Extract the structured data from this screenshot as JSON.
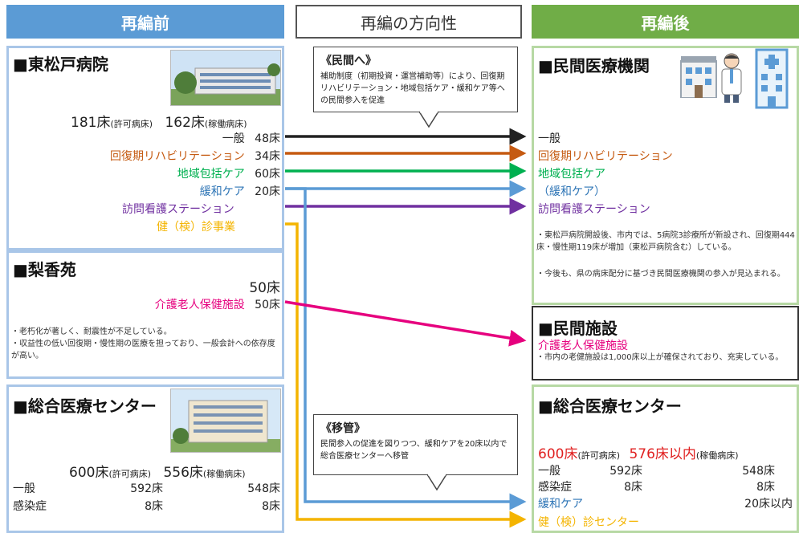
{
  "headers": {
    "before": "再編前",
    "direction": "再編の方向性",
    "after": "再編後"
  },
  "before": {
    "higashi": {
      "title": "■東松戸病院",
      "beds_permitted": "181床",
      "beds_permitted_label": "(許可病床)",
      "beds_operating": "162床",
      "beds_operating_label": "(稼働病床)",
      "rows": [
        {
          "label": "一般",
          "value": "48床",
          "color": "#222222"
        },
        {
          "label": "回復期リハビリテーション",
          "value": "34床",
          "color": "#c55a11"
        },
        {
          "label": "地域包括ケア",
          "value": "60床",
          "color": "#00b050"
        },
        {
          "label": "緩和ケア",
          "value": "20床",
          "color": "#2e75b6"
        },
        {
          "label": "訪問看護ステーション",
          "value": "",
          "color": "#7030a0"
        },
        {
          "label": "健（検）診事業",
          "value": "",
          "color": "#f4b400"
        }
      ]
    },
    "rikoen": {
      "title": "■梨香苑",
      "beds": "50床",
      "row_label": "介護老人保健施設",
      "row_value": "50床",
      "notes": [
        "・老朽化が著しく、耐震性が不足している。",
        "・収益性の低い回復期・慢性期の医療を担っており、一般会計への依存度が高い。"
      ]
    },
    "center": {
      "title": "■総合医療センター",
      "beds_permitted": "600床",
      "beds_permitted_label": "(許可病床)",
      "beds_operating": "556床",
      "beds_operating_label": "(稼働病床)",
      "rows": [
        {
          "label": "一般",
          "v1": "592床",
          "v2": "548床"
        },
        {
          "label": "感染症",
          "v1": "8床",
          "v2": "8床"
        }
      ]
    }
  },
  "direction": {
    "callout1_title": "《民間へ》",
    "callout1_body": "補助制度（初期投資・運営補助等）により、回復期リハビリテーション・地域包括ケア・緩和ケア等への民間参入を促進",
    "callout2_title": "《移管》",
    "callout2_body": "民間参入の促進を図りつつ、緩和ケアを20床以内で総合医療センターへ移管"
  },
  "after": {
    "private_med": {
      "title": "■民間医療機関",
      "rows": [
        {
          "label": "一般",
          "color": "#222222"
        },
        {
          "label": "回復期リハビリテーション",
          "color": "#c55a11"
        },
        {
          "label": "地域包括ケア",
          "color": "#00b050"
        },
        {
          "label": "（緩和ケア）",
          "color": "#2e75b6"
        },
        {
          "label": "訪問看護ステーション",
          "color": "#7030a0"
        }
      ],
      "notes": [
        "・東松戸病院開設後、市内では、5病院3診療所が新設され、回復期444床・慢性期119床が増加（東松戸病院含む）している。",
        "・今後も、県の病床配分に基づき民間医療機関の参入が見込まれる。"
      ]
    },
    "private_fac": {
      "title": "■民間施設",
      "sub": "介護老人保健施設",
      "note": "・市内の老健施設は1,000床以上が確保されており、充実している。"
    },
    "center": {
      "title": "■総合医療センター",
      "beds_permitted": "600床",
      "beds_permitted_label": "(許可病床)",
      "beds_operating": "576床以内",
      "beds_operating_label": "(稼働病床)",
      "rows": [
        {
          "label": "一般",
          "v1": "592床",
          "v2": "548床"
        },
        {
          "label": "感染症",
          "v1": "8床",
          "v2": "8床"
        }
      ],
      "palliative_label": "緩和ケア",
      "palliative_value": "20床以内",
      "checkup_label": "健（検）診センター"
    }
  },
  "colors": {
    "before_header": "#5b9bd5",
    "after_header": "#70ad47",
    "black": "#222222",
    "orange": "#c55a11",
    "green": "#00b050",
    "blue": "#5b9bd5",
    "purple": "#7030a0",
    "yellow": "#f4b400",
    "pink": "#e6007e"
  }
}
